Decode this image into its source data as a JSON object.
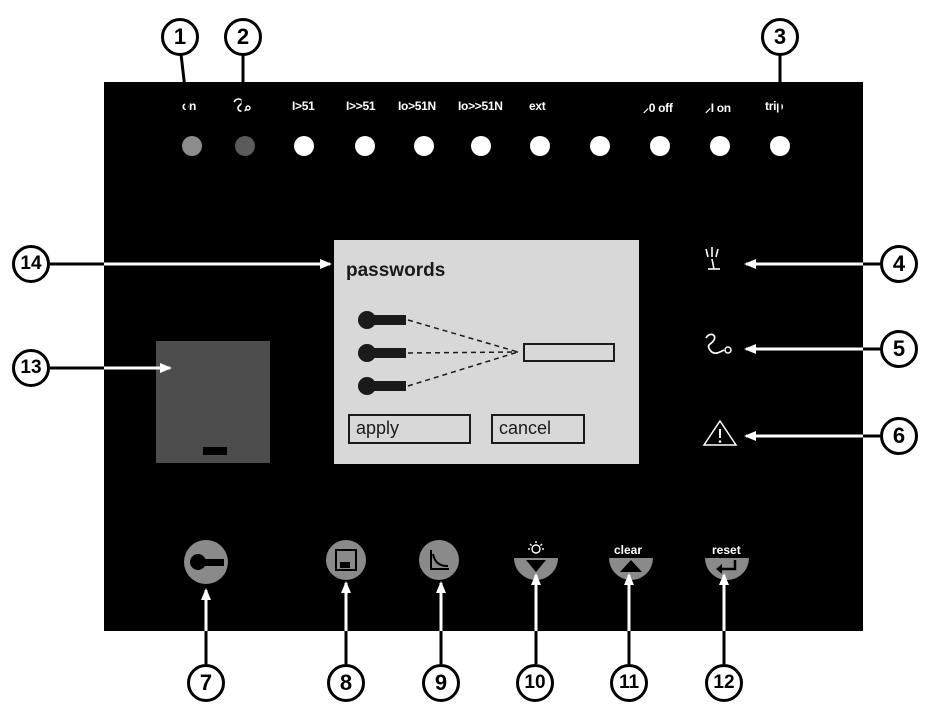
{
  "led_labels": [
    "on",
    "⬋༄",
    "I>51",
    "I>>51",
    "Io>51N",
    "Io>>51N",
    "ext",
    "⸝0 off",
    "⸝I on",
    "trip"
  ],
  "screen": {
    "title": "passwords",
    "apply_label": "apply",
    "cancel_label": "cancel"
  },
  "buttons": {
    "clear_label": "clear",
    "reset_label": "reset"
  },
  "callouts": [
    "1",
    "2",
    "3",
    "4",
    "5",
    "6",
    "7",
    "8",
    "9",
    "10",
    "11",
    "12",
    "13",
    "14"
  ],
  "colors": {
    "panel": "#000000",
    "screen": "#d8d8d8",
    "led_on": "#8c8c8c",
    "led_alarm": "#5b5b5b",
    "button": "#8a8a8a"
  }
}
